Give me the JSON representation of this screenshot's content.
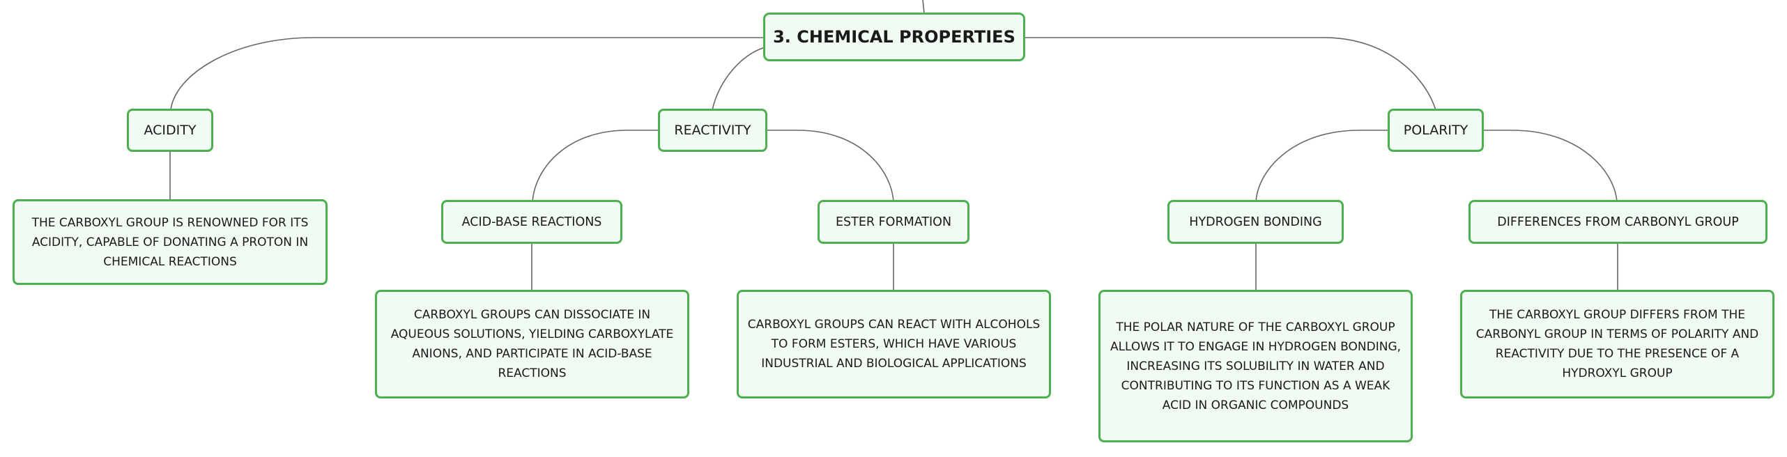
{
  "root": {
    "label": "3. CHEMICAL PROPERTIES"
  },
  "acidity": {
    "label": "ACIDITY",
    "description": "THE CARBOXYL GROUP IS RENOWNED FOR ITS ACIDITY, CAPABLE OF DONATING A PROTON IN CHEMICAL REACTIONS"
  },
  "reactivity": {
    "label": "REACTIVITY",
    "children": {
      "acid_base": {
        "label": "ACID-BASE REACTIONS",
        "description": "CARBOXYL GROUPS CAN DISSOCIATE IN AQUEOUS SOLUTIONS, YIELDING CARBOXYLATE ANIONS, AND PARTICIPATE IN ACID-BASE REACTIONS"
      },
      "ester": {
        "label": "ESTER FORMATION",
        "description": "CARBOXYL GROUPS CAN REACT WITH ALCOHOLS TO FORM ESTERS, WHICH HAVE VARIOUS INDUSTRIAL AND BIOLOGICAL APPLICATIONS"
      }
    }
  },
  "polarity": {
    "label": "POLARITY",
    "children": {
      "hydrogen": {
        "label": "HYDROGEN BONDING",
        "description": "THE POLAR NATURE OF THE CARBOXYL GROUP ALLOWS IT TO ENGAGE IN HYDROGEN BONDING, INCREASING ITS SOLUBILITY IN WATER AND CONTRIBUTING TO ITS FUNCTION AS A WEAK ACID IN ORGANIC COMPOUNDS"
      },
      "carbonyl": {
        "label": "DIFFERENCES FROM CARBONYL GROUP",
        "description": "THE CARBOXYL GROUP DIFFERS FROM THE CARBONYL GROUP IN TERMS OF POLARITY AND REACTIVITY DUE TO THE PRESENCE OF A HYDROXYL GROUP"
      }
    }
  },
  "colors": {
    "node_border": "#4caf50",
    "node_fill": "#f1faf3",
    "connector": "#666666",
    "text": "#1a1a1a"
  }
}
